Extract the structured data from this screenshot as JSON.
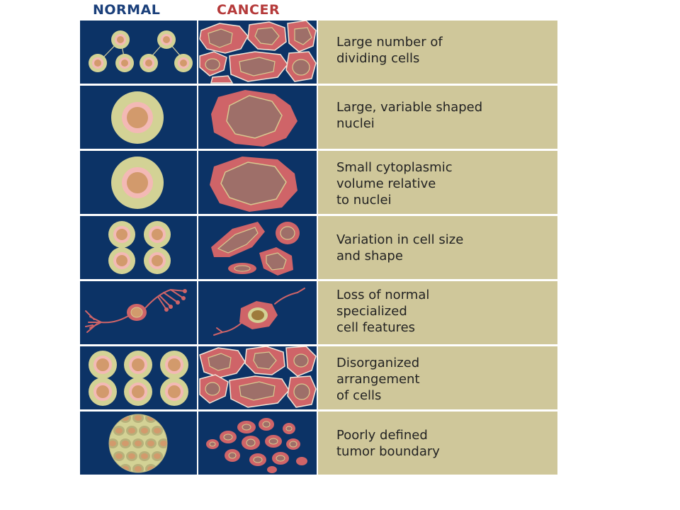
{
  "headers": {
    "normal": "NORMAL",
    "cancer": "CANCER"
  },
  "rows": [
    {
      "description": "Large number of\ndividing cells"
    },
    {
      "description": "Large, variable shaped\nnuclei"
    },
    {
      "description": "Small cytoplasmic\nvolume relative\nto nuclei"
    },
    {
      "description": "Variation in cell size\nand shape"
    },
    {
      "description": "Loss of normal\nspecialized\ncell features"
    },
    {
      "description": "Disorganized\narrangement\nof cells"
    },
    {
      "description": "Poorly defined\ntumor boundary"
    }
  ],
  "colors": {
    "panel_background": "#0c3366",
    "text_background": "#cfc79a",
    "normal_cytoplasm": "#d3d295",
    "normal_membrane": "#f3b9b5",
    "normal_nucleus": "#d29a6c",
    "cancer_cytoplasm": "#cf6468",
    "cancer_nucleus": "#9e6f69",
    "nucleus_outline": "#d8c990",
    "normal_header": "#1a3f7a",
    "cancer_header": "#b53a3a"
  }
}
